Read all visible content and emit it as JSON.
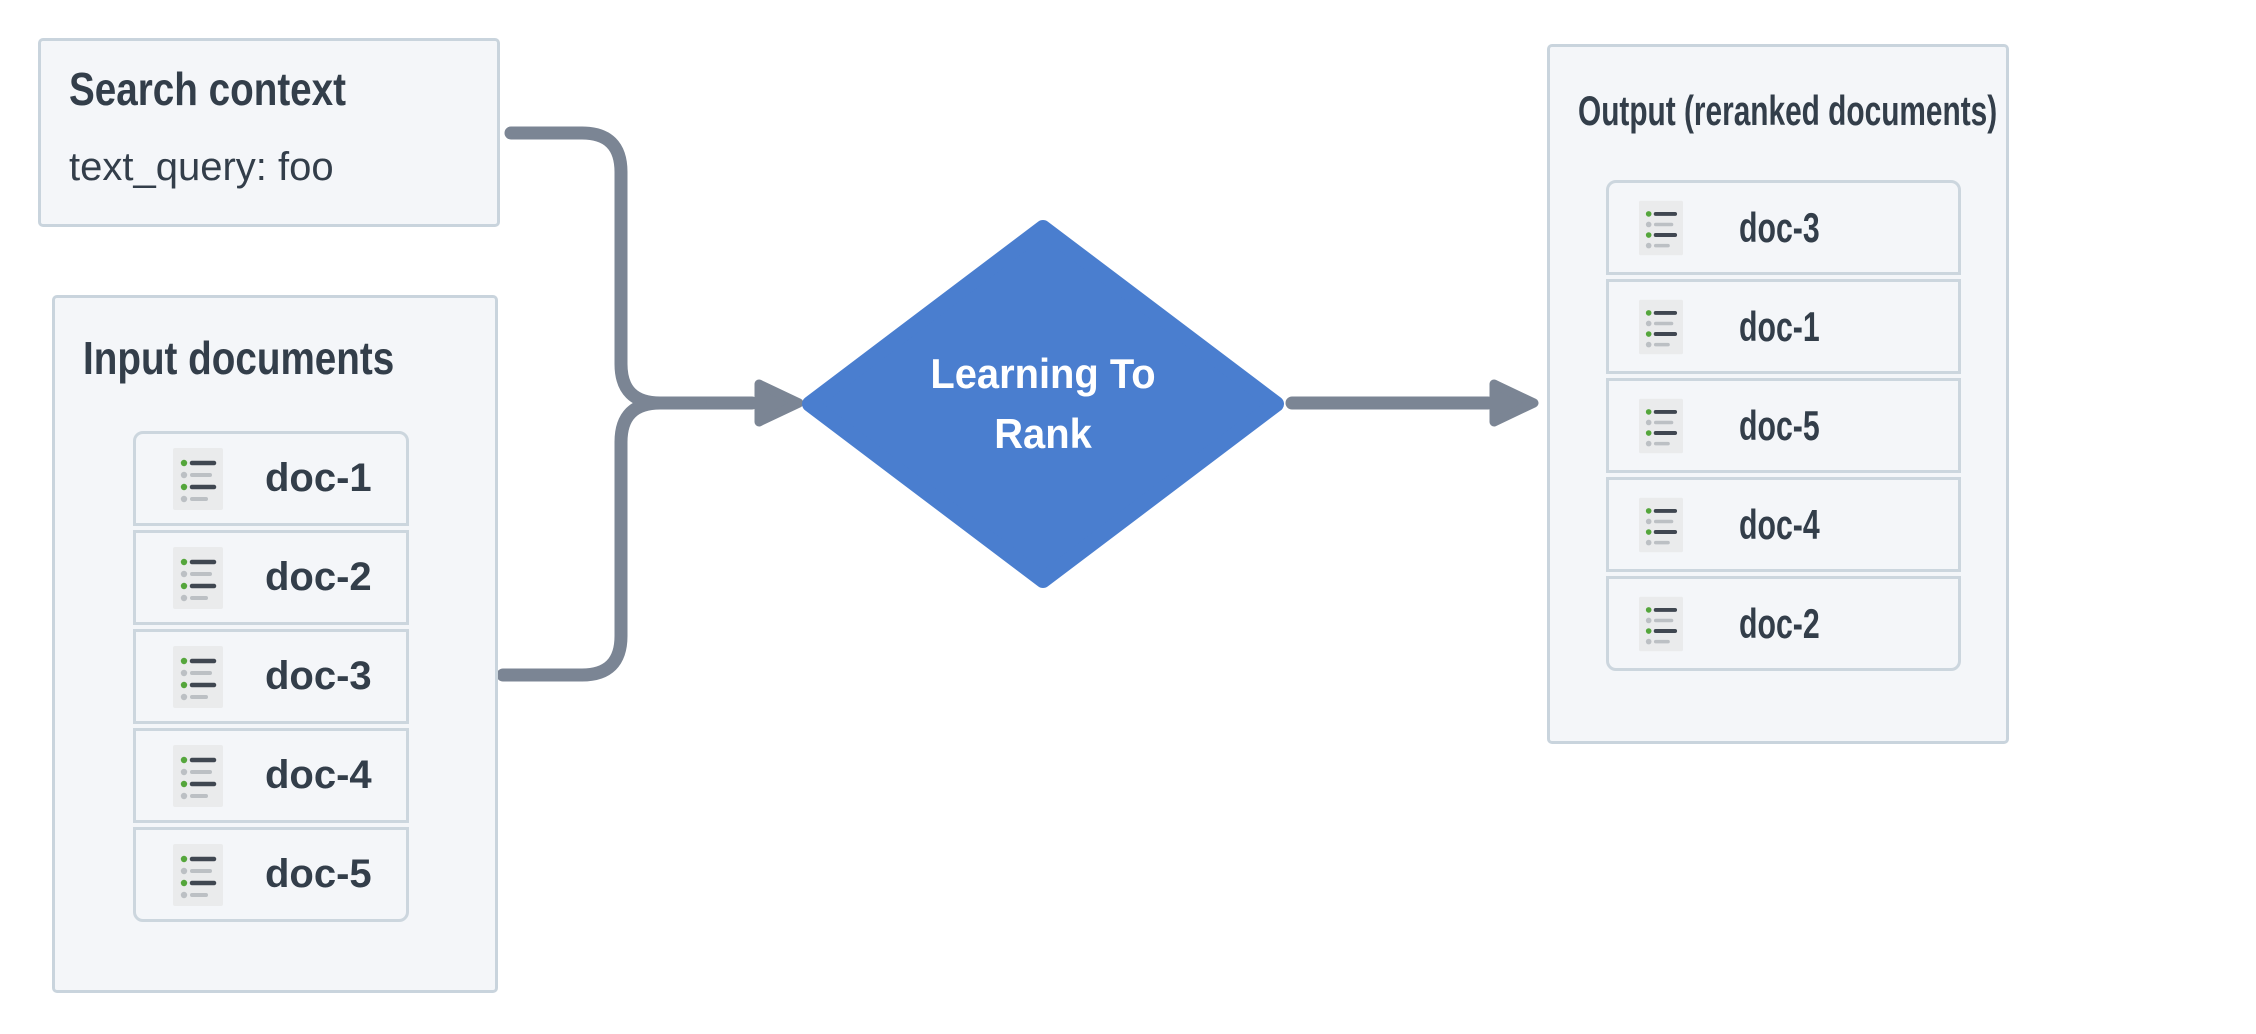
{
  "search_box": {
    "title": "Search context",
    "query": "text_query: foo"
  },
  "input_box": {
    "title": "Input documents",
    "docs": [
      "doc-1",
      "doc-2",
      "doc-3",
      "doc-4",
      "doc-5"
    ]
  },
  "process": {
    "label_line1": "Learning To",
    "label_line2": "Rank"
  },
  "output_box": {
    "title": "Output (reranked documents)",
    "docs": [
      "doc-3",
      "doc-1",
      "doc-5",
      "doc-4",
      "doc-2"
    ]
  },
  "colors": {
    "diamond_fill": "#4a7ecf",
    "connector": "#7b8594",
    "box_background": "#f4f6f9",
    "box_border": "#c9d4dd",
    "item_border": "#ccd6de",
    "text": "#333e4a",
    "diamond_text": "#ffffff",
    "icon_background": "#eaebec",
    "icon_green_bullet": "#55a63c",
    "icon_gray_bullet": "#bcc0c4",
    "icon_dark_line": "#404751"
  },
  "icons": {
    "doc_icon": "list-document-icon"
  }
}
